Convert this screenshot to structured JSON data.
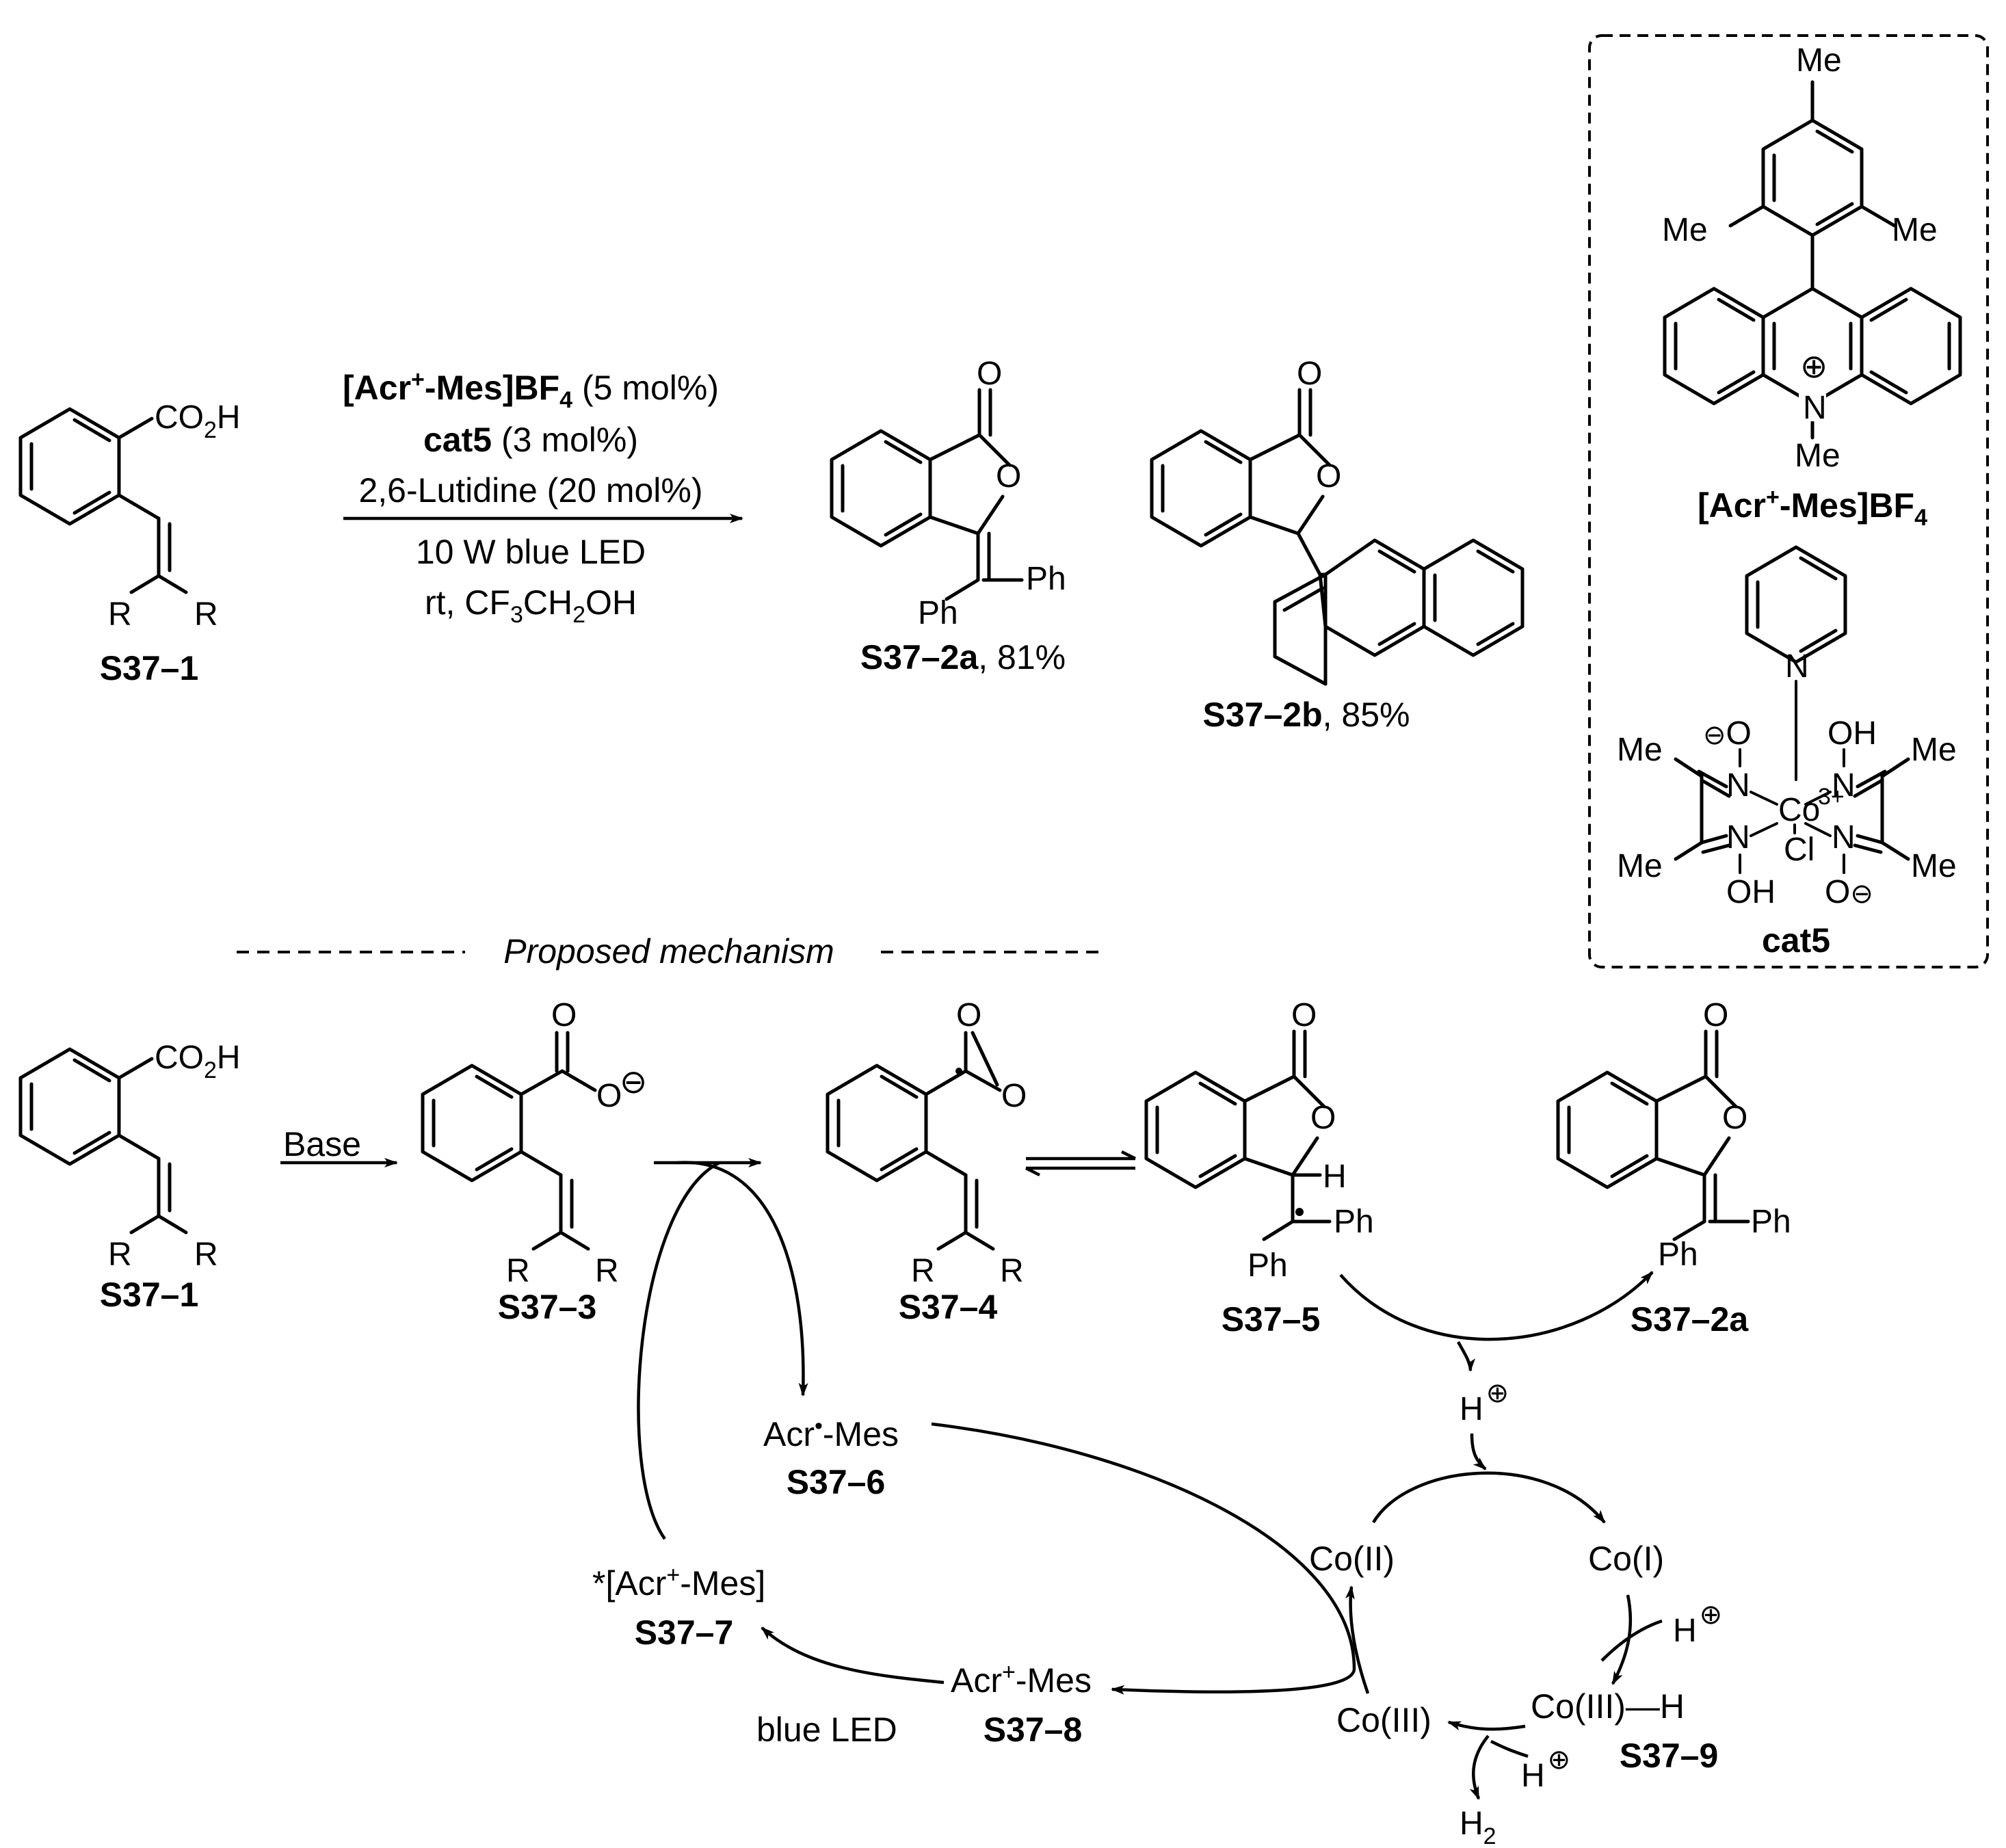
{
  "conditions": {
    "line1_a": "[Acr",
    "line1_sup": "+",
    "line1_b": "-Mes]BF",
    "line1_sub": "4",
    "line1_c": " (5 mol%)",
    "line2_a": "cat5",
    "line2_b": " (3 mol%)",
    "line3": "2,6-Lutidine (20 mol%)",
    "line4": "10 W blue LED",
    "line5_a": "rt, CF",
    "line5_sub1": "3",
    "line5_b": "CH",
    "line5_sub2": "2",
    "line5_c": "OH"
  },
  "compounds": {
    "s37_1": "S37–1",
    "s37_2a": "S37–2a",
    "s37_2a_yield": ", 81%",
    "s37_2b": "S37–2b",
    "s37_2b_yield": ", 85%",
    "s37_3": "S37–3",
    "s37_4": "S37–4",
    "s37_5": "S37–5",
    "s37_6": "S37–6",
    "s37_7": "S37–7",
    "s37_8": "S37–8",
    "s37_9": "S37–9"
  },
  "catalysts": {
    "acr_label_a": "[Acr",
    "acr_label_sup": "+",
    "acr_label_b": "-Mes]BF",
    "acr_label_sub": "4",
    "cat5_label": "cat5"
  },
  "atoms": {
    "co2h_a": "CO",
    "co2h_sub": "2",
    "co2h_b": "H",
    "r": "R",
    "o": "O",
    "ph": "Ph",
    "h": "H",
    "me": "Me",
    "n": "N",
    "co": "Co",
    "co_charge": "3+",
    "cl": "Cl",
    "oh": "OH",
    "minus": "⊖",
    "plus": "⊕"
  },
  "mechanism": {
    "title": "Proposed mechanism",
    "base": "Base",
    "acr_radical_a": "Acr",
    "acr_radical_sup": "•",
    "acr_radical_b": "-Mes",
    "acr_excited_a": "*[Acr",
    "acr_excited_sup": "+",
    "acr_excited_b": "-Mes]",
    "acr_ground_a": "Acr",
    "acr_ground_sup": "+",
    "acr_ground_b": "-Mes",
    "blue_led": "blue LED",
    "co_ii": "Co(II)",
    "co_i": "Co(I)",
    "co_iii": "Co(III)",
    "co_iii_h": "Co(III)—H",
    "h_plus": "H",
    "h2_a": "H",
    "h2_sub": "2"
  }
}
